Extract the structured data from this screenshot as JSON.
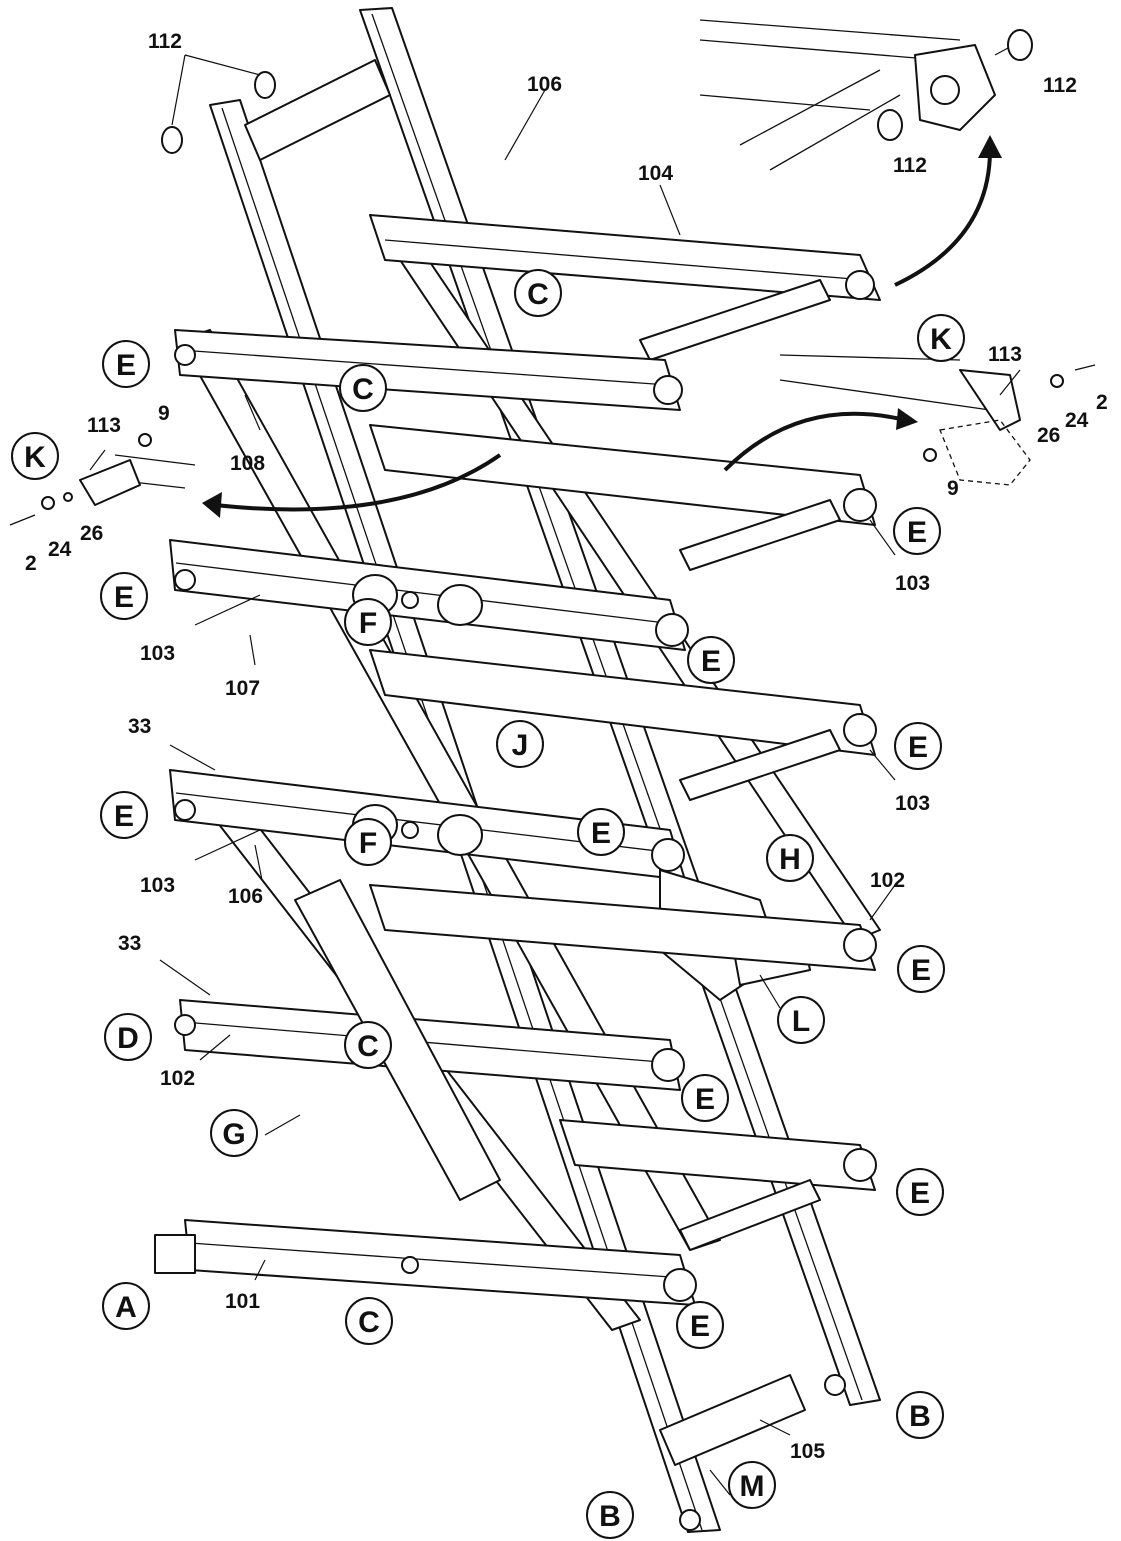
{
  "circle_labels": {
    "C_top": "C",
    "E_upper_left": "E",
    "C_upper": "C",
    "K_right": "K",
    "K_left": "K",
    "E_right_1": "E",
    "E_left_2": "E",
    "F_upper": "F",
    "E_mid_1": "E",
    "E_right_2": "E",
    "J": "J",
    "E_left_3": "E",
    "F_lower": "F",
    "E_mid_2": "E",
    "H": "H",
    "E_right_3": "E",
    "L": "L",
    "D": "D",
    "C_lower": "C",
    "E_mid_3": "E",
    "G": "G",
    "E_right_4": "E",
    "A": "A",
    "C_bottom": "C",
    "E_bottom": "E",
    "B_right": "B",
    "M": "M",
    "B_bottom": "B"
  },
  "part_numbers": {
    "p112_top_left": "112",
    "p106_top": "106",
    "p112_detail_right": "112",
    "p112_detail_bottom": "112",
    "p104": "104",
    "p113_right": "113",
    "p2_right": "2",
    "p24_right": "24",
    "p26_right": "26",
    "p9_right": "9",
    "p113_left": "113",
    "p9_left": "9",
    "p2_left": "2",
    "p24_left": "24",
    "p26_left": "26",
    "p108": "108",
    "p103_right_1": "103",
    "p103_left_1": "103",
    "p107": "107",
    "p33_upper": "33",
    "p103_right_2": "103",
    "p103_left_2": "103",
    "p106_lower": "106",
    "p102_right": "102",
    "p33_lower": "33",
    "p102_left": "102",
    "p101": "101",
    "p105": "105"
  }
}
